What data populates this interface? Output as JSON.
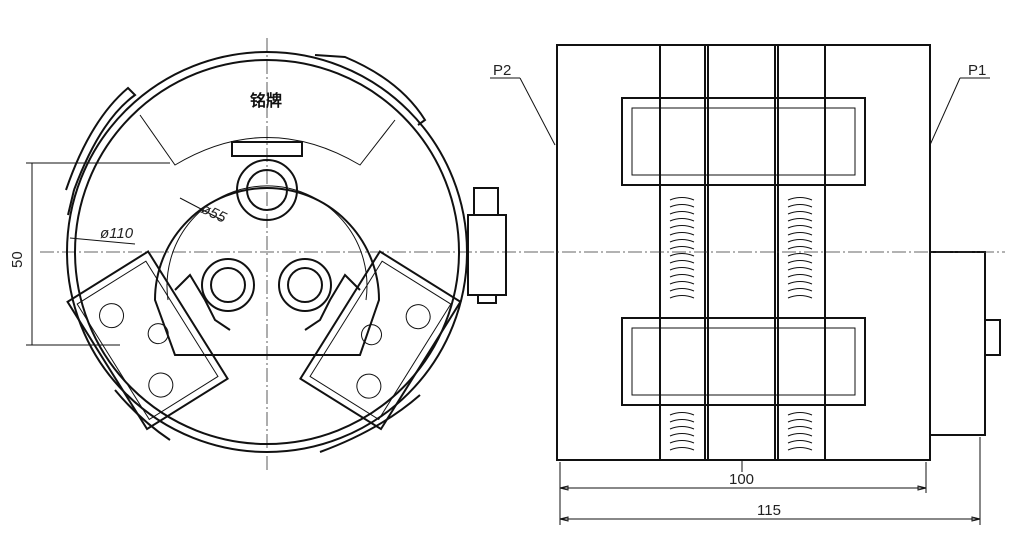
{
  "front_view": {
    "nameplate_label": "铭牌",
    "inner_diameter": "ø55",
    "outer_diameter": "ø110",
    "height_dimension": "50"
  },
  "side_view": {
    "left_face_label": "P2",
    "right_face_label": "P1",
    "inner_width_dimension": "100",
    "overall_width_dimension": "115"
  }
}
